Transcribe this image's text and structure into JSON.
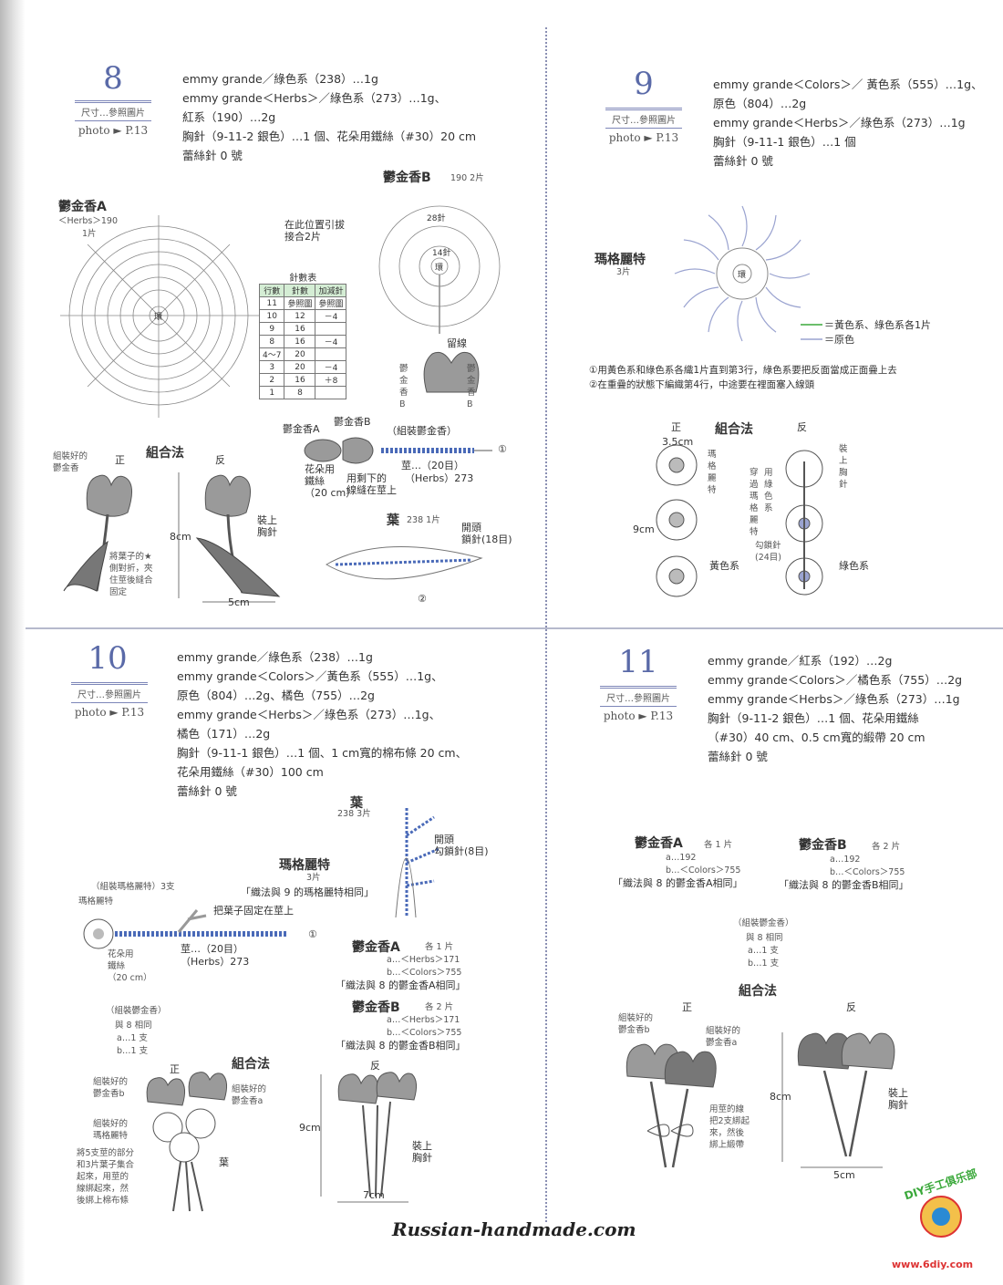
{
  "s8": {
    "num": "8",
    "size": "尺寸…參照圖片",
    "photo": "photo ► P.13",
    "materials": [
      "emmy grande／綠色系（238）…1g",
      "emmy grande＜Herbs＞／綠色系（273）…1g、",
      "紅系（190）…2g",
      "胸針（9-11-2 銀色）…1 個、花朵用鐵絲（#30）20 cm",
      "蕾絲針 0 號"
    ],
    "tulipA_title": "鬱金香A",
    "tulipA_sub": "＜Herbs＞190",
    "tulipA_count": "1片",
    "tulipB_title": "鬱金香B",
    "tulipB_sub": "190  2片",
    "join_note": "在此位置引拔\n接合2片",
    "ring": "環",
    "st28": "28針",
    "st14": "14針",
    "leave": "留線",
    "tb_side": "鬱金香B",
    "table_caption": "針數表",
    "table_head": [
      "行數",
      "針數",
      "加減針"
    ],
    "table_rows": [
      [
        "11",
        "參照圖",
        "參照圖"
      ],
      [
        "10",
        "12",
        "－4"
      ],
      [
        "9",
        "16",
        ""
      ],
      [
        "8",
        "16",
        "－4"
      ],
      [
        "4〜7",
        "20",
        ""
      ],
      [
        "3",
        "20",
        "－4"
      ],
      [
        "2",
        "16",
        "＋8"
      ],
      [
        "1",
        "8",
        ""
      ]
    ],
    "combo": "組合法",
    "front": "正",
    "back": "反",
    "assembled": "組裝好的\n鬱金香",
    "h8": "8cm",
    "w5": "5cm",
    "brooch": "裝上\n胸針",
    "fold_note": "將葉子的★\n側對折，夾\n住莖後縫合\n固定",
    "asm_title": "（組裝鬱金香）",
    "asm_a": "鬱金香A",
    "asm_b": "鬱金香B",
    "wire": "花朵用\n鐵絲\n（20 cm）",
    "remain": "用剩下的\n線縫在莖上",
    "stem": "莖…（20目）",
    "stem_sub": "（Herbs）273",
    "circ1": "①",
    "leaf_title": "葉",
    "leaf_sub": "238  1片",
    "leaf_start": "開頭\n鎖針(18目)",
    "circ2": "②"
  },
  "s9": {
    "num": "9",
    "size": "尺寸…參照圖片",
    "photo": "photo ► P.13",
    "materials": [
      "emmy grande＜Colors＞／ 黃色系（555）…1g、",
      "原色（804）…2g",
      "emmy grande＜Herbs＞／綠色系（273）…1g",
      "胸針（9-11-1 銀色）…1 個",
      "蕾絲針 0 號"
    ],
    "daisy_title": "瑪格麗特",
    "daisy_count": "3片",
    "ring": "環",
    "legend1": "＝黃色系、綠色系各1片",
    "legend2": "＝原色",
    "note1": "①用黃色系和綠色系各織1片直到第3行，綠色系要把反面當成正面疊上去",
    "note2": "②在重疊的狀態下編織第4行，中途要在裡面塞入線頭",
    "combo": "組合法",
    "front": "正",
    "back": "反",
    "w35": "3.5cm",
    "daisy_v": "瑪格麗特",
    "h9": "9cm",
    "yellow": "黃色系",
    "green": "綠色系",
    "brooch": "裝上胸針",
    "through": "穿過瑪格麗特",
    "use_green": "用綠色系",
    "chain": "勾鎖針(24目)"
  },
  "s10": {
    "num": "10",
    "size": "尺寸…參照圖片",
    "photo": "photo ► P.13",
    "materials": [
      "emmy grande／綠色系（238）…1g",
      "emmy grande＜Colors＞／黃色系（555）…1g、",
      "原色（804）…2g、橘色（755）…2g",
      "emmy grande＜Herbs＞／綠色系（273）…1g、",
      "橘色（171）…2g",
      "胸針（9-11-1 銀色）…1 個、1 cm寬的棉布條 20 cm、",
      "花朵用鐵絲（#30）100 cm",
      "蕾絲針 0 號"
    ],
    "leaf_title": "葉",
    "leaf_sub": "238 3片",
    "leaf_start": "開頭\n勾鎖針(8目)",
    "daisy_title": "瑪格麗特",
    "daisy_count": "3片",
    "daisy_same": "「織法與 9 的瑪格麗特相同」",
    "asm_daisy": "（組裝瑪格麗特）3支",
    "daisy_lbl": "瑪格麗特",
    "fix_leaf": "把葉子固定在莖上",
    "wire": "花朵用\n鐵絲\n（20 cm）",
    "stem": "莖…（20目）",
    "stem_sub": "（Herbs）273",
    "circ1": "①",
    "ta_title": "鬱金香A",
    "ta_count": "各 1 片",
    "ta_a": "a…＜Herbs＞171",
    "ta_b": "b…＜Colors＞755",
    "ta_same": "「織法與 8 的鬱金香A相同」",
    "tb_title": "鬱金香B",
    "tb_count": "各 2 片",
    "tb_a": "a…＜Herbs＞171",
    "tb_b": "b…＜Colors＞755",
    "tb_same": "「織法與 8 的鬱金香B相同」",
    "asm_t": "（組裝鬱金香）",
    "asm_same": "與 8 相同",
    "asm_a": "a…1 支",
    "asm_b": "b…1 支",
    "combo": "組合法",
    "front": "正",
    "back": "反",
    "asm_tb": "組裝好的\n鬱金香b",
    "asm_ta": "組裝好的\n鬱金香a",
    "asm_daisy2": "組裝好的\n瑪格麗特",
    "bundle": "將5支莖的部分\n和3片葉子集合\n起來，用莖的\n線綁起來，然\n後綁上棉布條",
    "leaf_lbl": "葉",
    "h9": "9cm",
    "w7": "7cm",
    "brooch": "裝上\n胸針"
  },
  "s11": {
    "num": "11",
    "size": "尺寸…參照圖片",
    "photo": "photo ► P.13",
    "materials": [
      "emmy grande／紅系（192）…2g",
      "emmy grande＜Colors＞／橘色系（755）…2g",
      "emmy grande＜Herbs＞／綠色系（273）…1g",
      "胸針（9-11-2 銀色）…1 個、花朵用鐵絲",
      "（#30）40 cm、0.5 cm寬的緞帶 20 cm",
      "蕾絲針 0 號"
    ],
    "ta_title": "鬱金香A",
    "ta_count": "各 1 片",
    "ta_a": "a…192",
    "ta_b": "b…＜Colors＞755",
    "ta_same": "「織法與 8 的鬱金香A相同」",
    "tb_title": "鬱金香B",
    "tb_count": "各 2 片",
    "tb_a": "a…192",
    "tb_b": "b…＜Colors＞755",
    "tb_same": "「織法與 8 的鬱金香B相同」",
    "asm_t": "（組裝鬱金香）",
    "asm_same": "與 8 相同",
    "asm_a": "a…1 支",
    "asm_b": "b…1 支",
    "combo": "組合法",
    "front": "正",
    "back": "反",
    "asm_tb": "組裝好的\n鬱金香b",
    "asm_ta": "組裝好的\n鬱金香a",
    "tie": "用莖的線\n把2支綁起\n來，然後\n綁上緞帶",
    "h8": "8cm",
    "w5": "5cm",
    "brooch": "裝上\n胸針"
  },
  "watermark": "Russian-handmade.com",
  "logo_text": "DIY手工俱乐部",
  "logo_url": "www.6diy.com",
  "colors": {
    "accent": "#5a6aa8",
    "line": "#777777",
    "fill_gray": "#9a9a9a",
    "green": "#3aa83a"
  }
}
